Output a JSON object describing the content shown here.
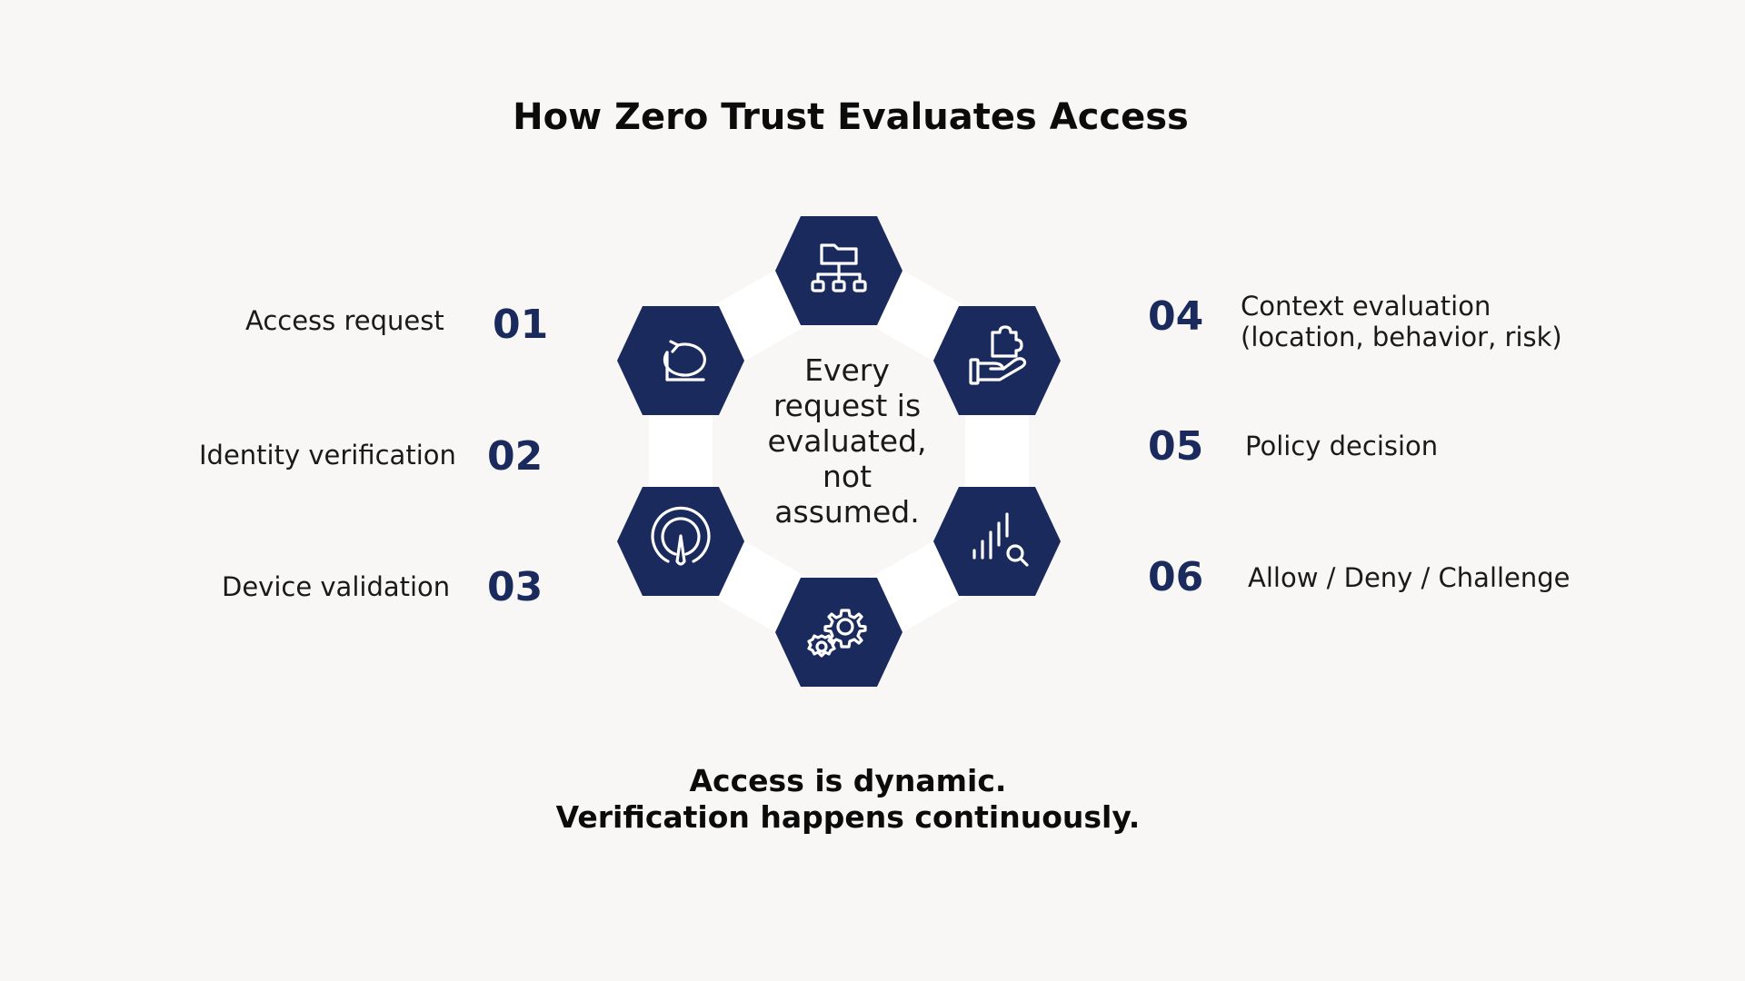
{
  "title": "How Zero Trust Evaluates Access",
  "center_text": [
    "Every",
    "request is",
    "evaluated,",
    "not",
    "assumed."
  ],
  "steps": [
    {
      "number": "01",
      "label": "Access request"
    },
    {
      "number": "02",
      "label": "Identity verification"
    },
    {
      "number": "03",
      "label": "Device validation"
    },
    {
      "number": "04",
      "label": "Context evaluation",
      "label_line2": "(location, behavior, risk)"
    },
    {
      "number": "05",
      "label": "Policy decision"
    },
    {
      "number": "06",
      "label": "Allow / Deny / Challenge"
    }
  ],
  "hexagons": [
    {
      "icon": "folder-network-icon"
    },
    {
      "icon": "hand-puzzle-icon"
    },
    {
      "icon": "chart-search-icon"
    },
    {
      "icon": "gears-icon"
    },
    {
      "icon": "gauge-icon"
    },
    {
      "icon": "refresh-icon"
    }
  ],
  "footer": [
    "Access is dynamic.",
    "Verification happens continuously."
  ],
  "colors": {
    "background": "#f8f7f5",
    "hexagon": "#1b2a5c",
    "ring": "#ffffff",
    "number": "#1b2a5c"
  }
}
